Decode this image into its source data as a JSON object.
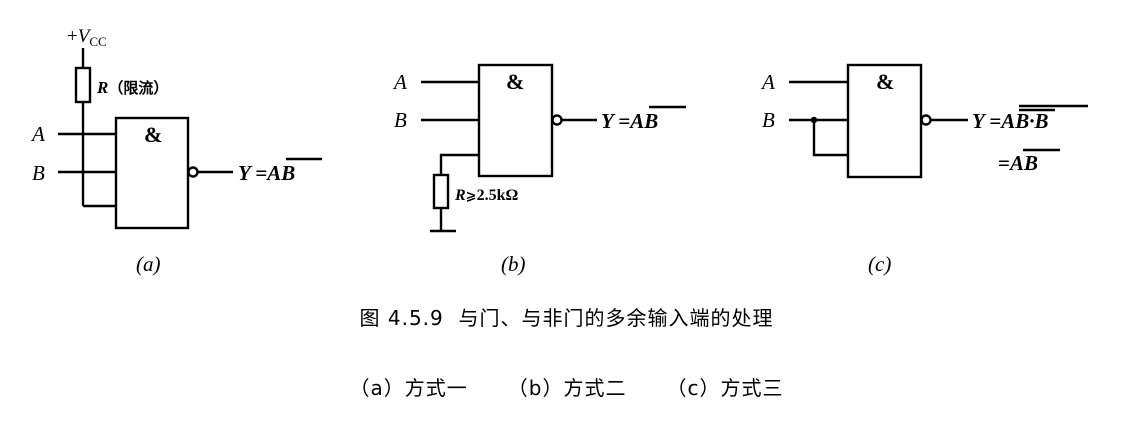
{
  "circuit_a": {
    "vcc_plus": "+",
    "vcc_v": "V",
    "vcc_sub": "CC",
    "resistor_r": "R",
    "resistor_note": "（限流）",
    "input_a": "A",
    "input_b": "B",
    "gate_symbol": "&",
    "out_lhs": "Y =",
    "out_rhs": "AB",
    "label": "(a)"
  },
  "circuit_b": {
    "input_a": "A",
    "input_b": "B",
    "gate_symbol": "&",
    "out_lhs": "Y =",
    "out_rhs": "AB",
    "resistor_r": "R",
    "resistor_rel": "⩾",
    "resistor_value": "2.5kΩ",
    "label": "(b)"
  },
  "circuit_c": {
    "input_a": "A",
    "input_b": "B",
    "gate_symbol": "&",
    "out_lhs": "Y =",
    "out_rhs_1": "AB·B",
    "out_eq2": "=",
    "out_rhs_2": "AB",
    "label": "(c)"
  },
  "caption": {
    "title": "图 4.5.9  与门、与非门的多余输入端的处理",
    "sub_a": "（a）方式一",
    "sub_b": "（b）方式二",
    "sub_c": "（c）方式三"
  }
}
